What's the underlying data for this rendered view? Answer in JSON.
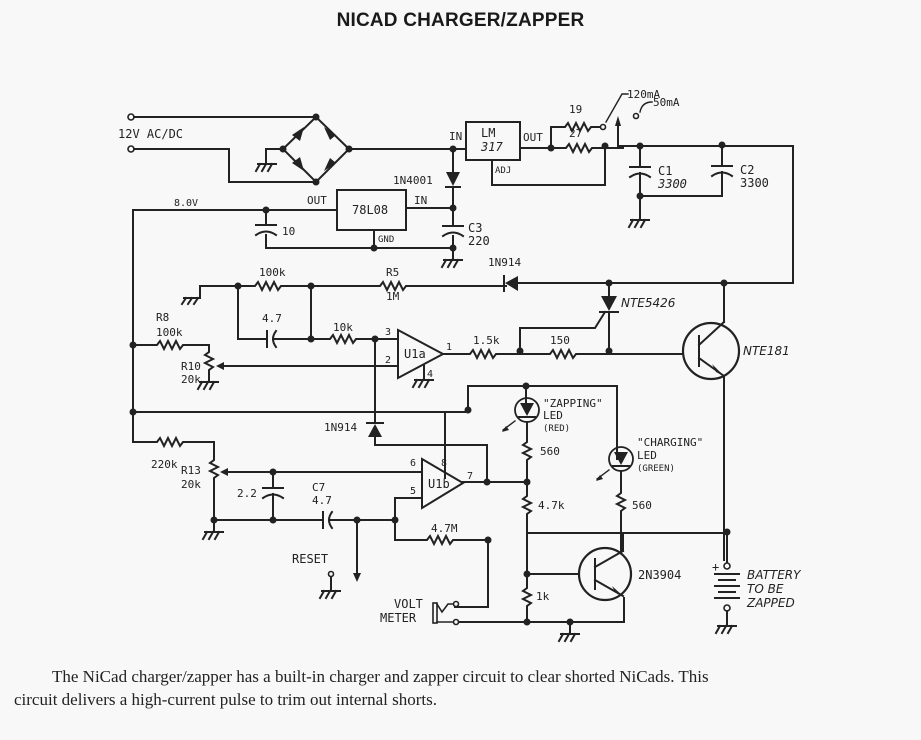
{
  "title": "NICAD CHARGER/ZAPPER",
  "labels": {
    "input": "12V AC/DC",
    "lm317": [
      "LM",
      "317"
    ],
    "lm317_in": "IN",
    "lm317_out": "OUT",
    "lm317_adj": "ADJ",
    "r_19": "19",
    "r_27": "27",
    "sw_120": "120mA",
    "sw_50": "50mA",
    "c1_name": "C1",
    "c1_val": "3300",
    "c2_name": "C2",
    "c2_val": "3300",
    "d_1n4001": "1N4001",
    "v8": "8.0V",
    "reg_78l08": "78L08",
    "reg_out": "OUT",
    "reg_in": "IN",
    "reg_gnd": "GND",
    "c_10": "10",
    "c3_name": "C3",
    "c3_val": "220",
    "r_100k": "100k",
    "r5_name": "R5",
    "r5_val": "1M",
    "d_1n914_top": "1N914",
    "scr": "NTE5426",
    "c_47": "4.7",
    "r_10k": "10k",
    "r8_name": "R8",
    "r8_val": "100k",
    "r10_name": "R10",
    "r10_val": "20k",
    "u1a": "U1a",
    "pin3": "3",
    "pin2": "2",
    "pin1": "1",
    "pin4": "4",
    "r_15k": "1.5k",
    "r_150": "150",
    "q_power": "NTE181",
    "zap_led": [
      "\"ZAPPING\"",
      "LED",
      "(RED)"
    ],
    "chg_led": [
      "\"CHARGING\"",
      "LED",
      "(GREEN)"
    ],
    "r_560a": "560",
    "r_560b": "560",
    "r_220k": "220k",
    "d_1n914_mid": "1N914",
    "r13_name": "R13",
    "r13_val": "20k",
    "c_22": "2.2",
    "c7_name": "C7",
    "c7_val": "4.7",
    "u1b": "U1b",
    "pin6": "6",
    "pin8": "8",
    "pin5": "5",
    "pin7": "7",
    "r_47k": "4.7k",
    "r_47m": "4.7M",
    "reset": "RESET",
    "voltmeter": [
      "VOLT",
      "METER"
    ],
    "q_small": "2N3904",
    "r_1k": "1k",
    "battery": [
      "BATTERY",
      "TO BE",
      "ZAPPED"
    ],
    "battery_plus": "+"
  },
  "caption": {
    "line1": "The NiCad charger/zapper has a built-in charger and zapper circuit to clear shorted NiCads. This",
    "line2": "circuit delivers a high-current pulse to trim out internal shorts."
  }
}
